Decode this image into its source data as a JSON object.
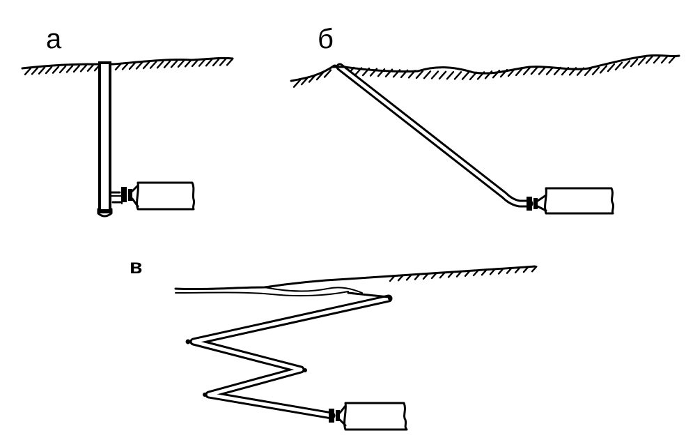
{
  "panels": {
    "a": {
      "label": "а"
    },
    "b": {
      "label": "б"
    },
    "c": {
      "label": "в"
    }
  },
  "colors": {
    "ink": "#000000",
    "paper": "#ffffff"
  }
}
